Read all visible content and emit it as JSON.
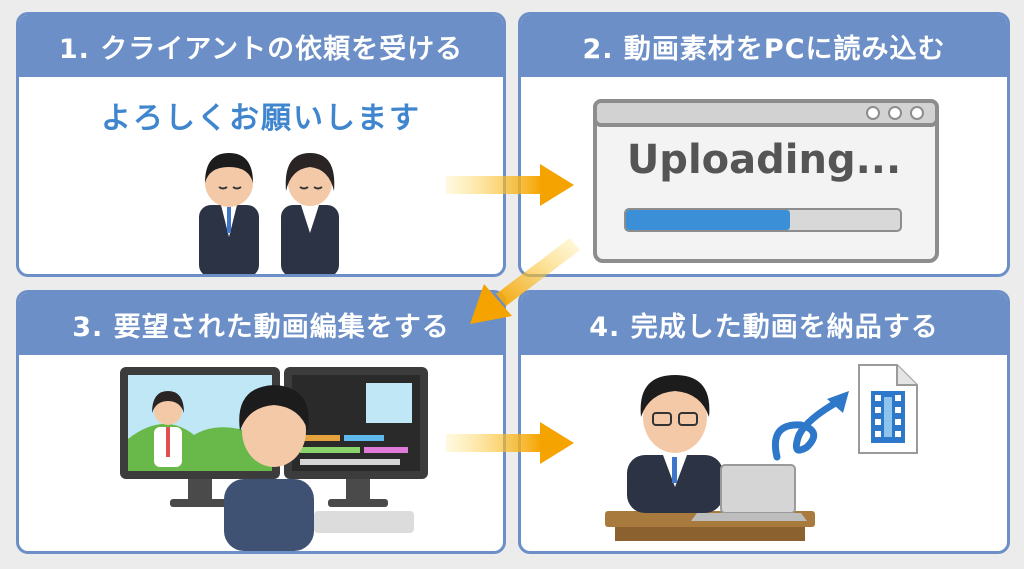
{
  "steps": [
    {
      "title": "1. クライアントの依頼を受ける",
      "speech": "よろしくお願いします"
    },
    {
      "title": "2. 動画素材をPCに読み込む",
      "window_text": "Uploading...",
      "progress": 0.6
    },
    {
      "title": "3. 要望された動画編集をする"
    },
    {
      "title": "4. 完成した動画を納品する"
    }
  ],
  "colors": {
    "header": "#6b8fc6",
    "arrow": "#f5a300",
    "background": "#ececec",
    "progress_fill": "#3b8fd6",
    "progress_track": "#d8d8d8"
  },
  "icons": [
    "bowing-businessman-icon",
    "bowing-businesswoman-icon",
    "upload-window-icon",
    "video-editing-person-icon",
    "laptop-worker-icon",
    "video-file-icon",
    "arrow-right-icon",
    "arrow-down-left-icon"
  ]
}
